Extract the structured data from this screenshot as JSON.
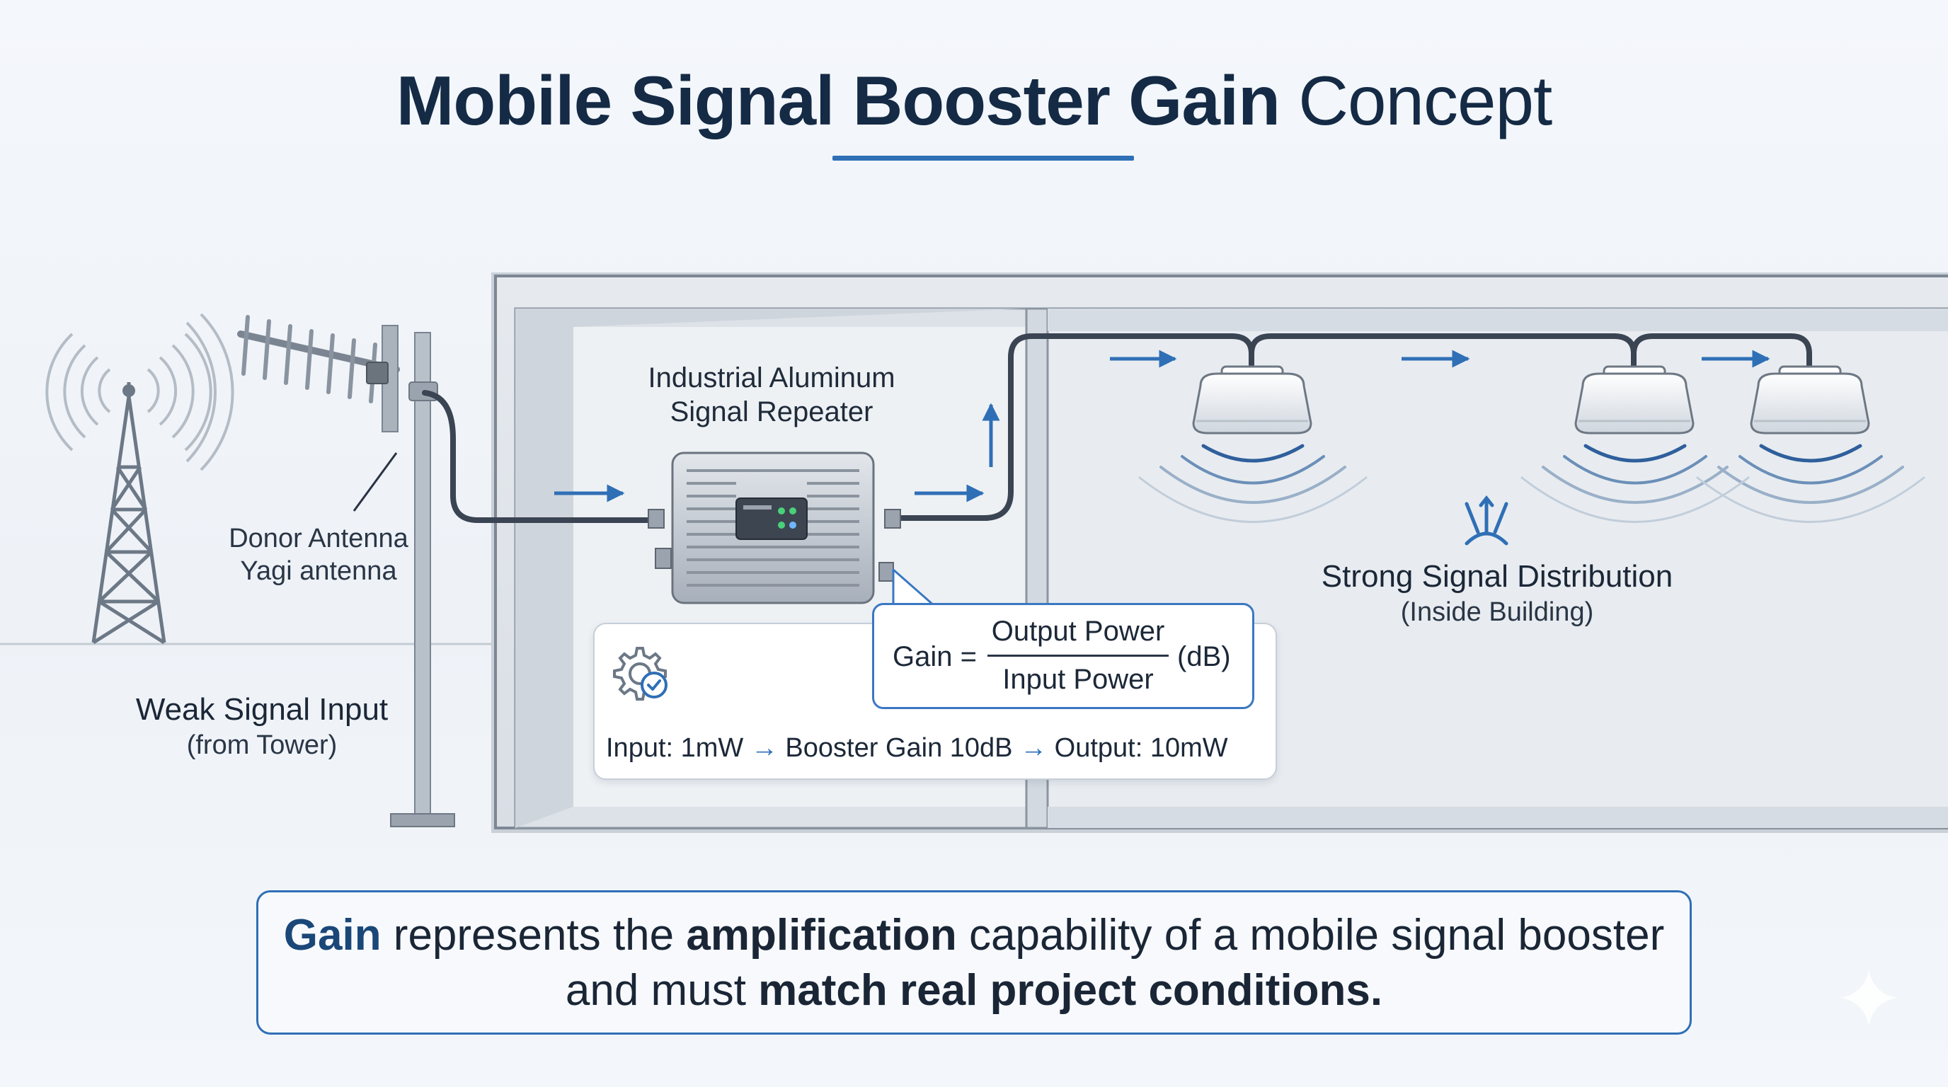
{
  "title": {
    "bold": "Mobile Signal Booster Gain",
    "normal": "Concept"
  },
  "labels": {
    "donor_antenna_line1": "Donor Antenna",
    "donor_antenna_line2": "Yagi antenna",
    "weak_signal_line1": "Weak Signal Input",
    "weak_signal_line2": "(from Tower)",
    "repeater_line1": "Industrial Aluminum",
    "repeater_line2": "Signal Repeater",
    "distribution_line1": "Strong Signal Distribution",
    "distribution_line2": "(Inside Building)"
  },
  "formula": {
    "prefix": "Gain =",
    "numerator": "Output Power",
    "denominator": "Input Power",
    "unit": "(dB)"
  },
  "example": {
    "input": "Input: 1mW",
    "arrow": "→",
    "gain": "Booster Gain 10dB",
    "output": "Output: 10mW"
  },
  "summary": {
    "part1": "Gain",
    "part2": " represents the ",
    "part3": "amplification",
    "part4": " capability of a mobile signal booster and must ",
    "part5": "match real project conditions."
  },
  "colors": {
    "accent": "#2f6fb6",
    "navy": "#142a45",
    "cable": "#3a4452",
    "wall": "#dde2e8"
  },
  "icons": [
    "cell-tower-icon",
    "yagi-antenna-icon",
    "repeater-device-icon",
    "ceiling-antenna-icon",
    "gear-check-icon",
    "sparkle-icon"
  ]
}
